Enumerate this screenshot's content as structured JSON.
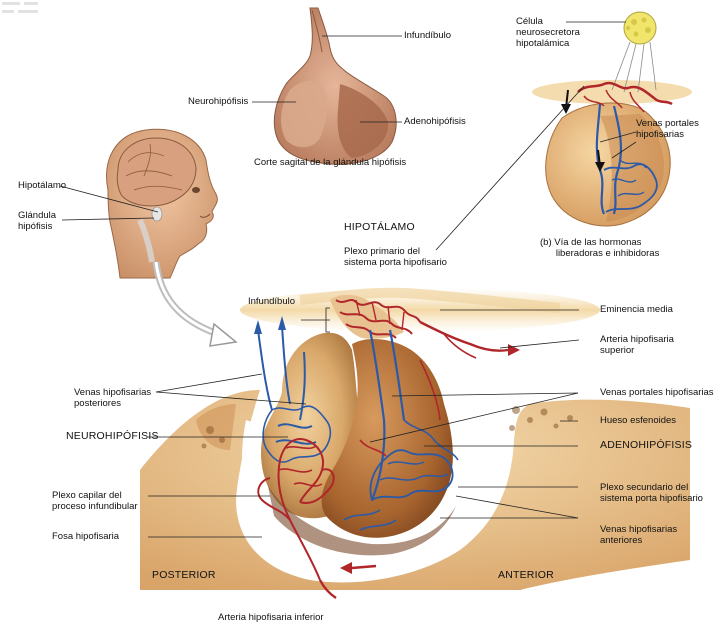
{
  "labels": {
    "infundibulo_top": "Infundíbulo",
    "neurohipofisis_top": "Neurohipófisis",
    "adenohipofisis_top": "Adenohipófisis",
    "corte_sagital": "Corte sagital de la glándula hipófisis",
    "celula_neurosecretora": "Célula\nneurosecretora\nhipotalámica",
    "venas_portales_top": "Venas portales\nhipofisarias",
    "via_hormonas": "(b) Vía de las hormonas\n      liberadoras e inhibidoras",
    "hipotalamo_head": "Hipotálamo",
    "glandula_hipofisis": "Glándula\nhipófisis",
    "hipotalamo_main": "HIPOTÁLAMO",
    "plexo_primario": "Plexo primario del\nsistema porta hipofisario",
    "infundibulo_main": "Infundíbulo",
    "eminencia_media": "Eminencia media",
    "arteria_superior": "Arteria hipofisaria\nsuperior",
    "venas_posteriores": "Venas hipofisarias\nposteriores",
    "venas_portales_main": "Venas portales hipofisarias",
    "hueso_esfenoides": "Hueso esfenoides",
    "neurohipofisis_main": "NEUROHIPÓFISIS",
    "adenohipofisis_main": "ADENOHIPÓFISIS",
    "plexo_capilar": "Plexo capilar del\nproceso infundibular",
    "plexo_secundario": "Plexo secundario del\nsistema porta hipofisario",
    "fosa_hipofisaria": "Fosa hipofisaria",
    "venas_anteriores": "Venas hipofisarias\nanteriores",
    "posterior": "POSTERIOR",
    "anterior": "ANTERIOR",
    "arteria_inferior": "Arteria hipofisaria inferior"
  },
  "colors": {
    "artery": "#b0262a",
    "vein": "#2b5aa8",
    "gland_tan": "#d9a86a",
    "neuro_tissue": "#efc98c",
    "bone": "#e3b97c",
    "skin": "#e8b48c",
    "leader": "#222222"
  }
}
